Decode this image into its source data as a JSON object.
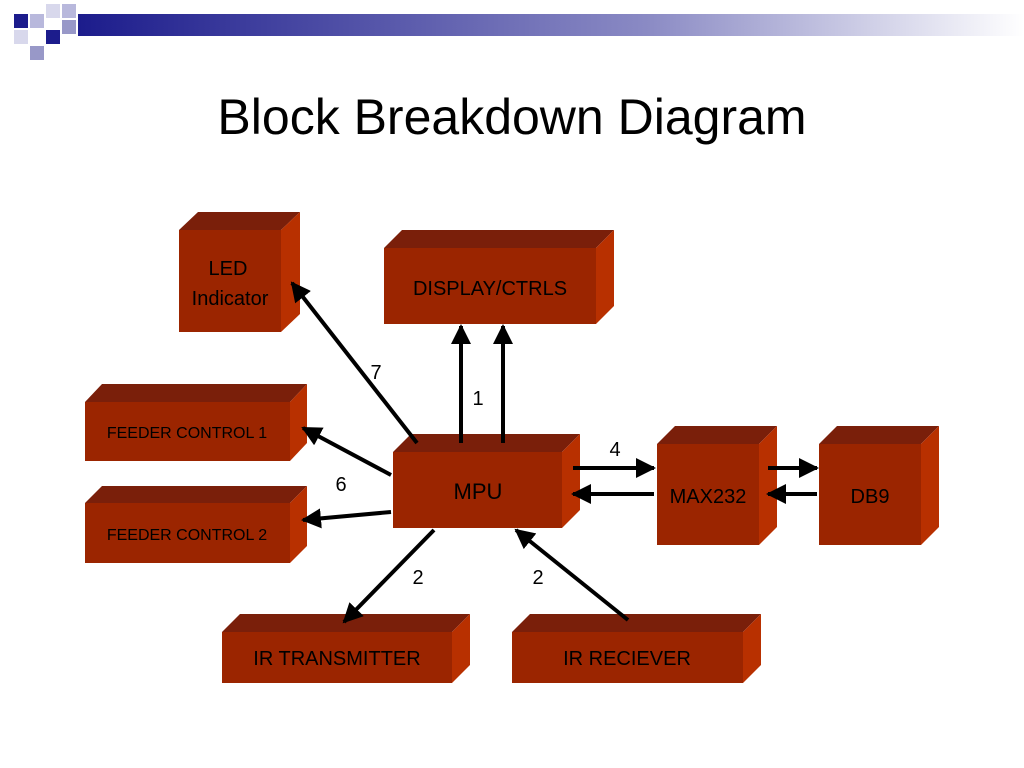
{
  "title": "Block Breakdown Diagram",
  "colors": {
    "block_front": "#9b2500",
    "block_top": "#7a1f0a",
    "block_side": "#b83000",
    "header_dark": "#1c1c8c",
    "header_light": "#9898c8",
    "arrow": "#000000"
  },
  "blocks": {
    "led": {
      "line1": "LED",
      "line2": "Indicator"
    },
    "display": "DISPLAY/CTRLS",
    "feeder1": "FEEDER CONTROL 1",
    "feeder2": "FEEDER CONTROL 2",
    "mpu": "MPU",
    "max232": "MAX232",
    "db9": "DB9",
    "ir_tx": "IR TRANSMITTER",
    "ir_rx": "IR RECIEVER"
  },
  "connection_labels": {
    "led": "7",
    "display": "1",
    "feeders": "6",
    "serial": "4",
    "ir_tx": "2",
    "ir_rx": "2"
  }
}
